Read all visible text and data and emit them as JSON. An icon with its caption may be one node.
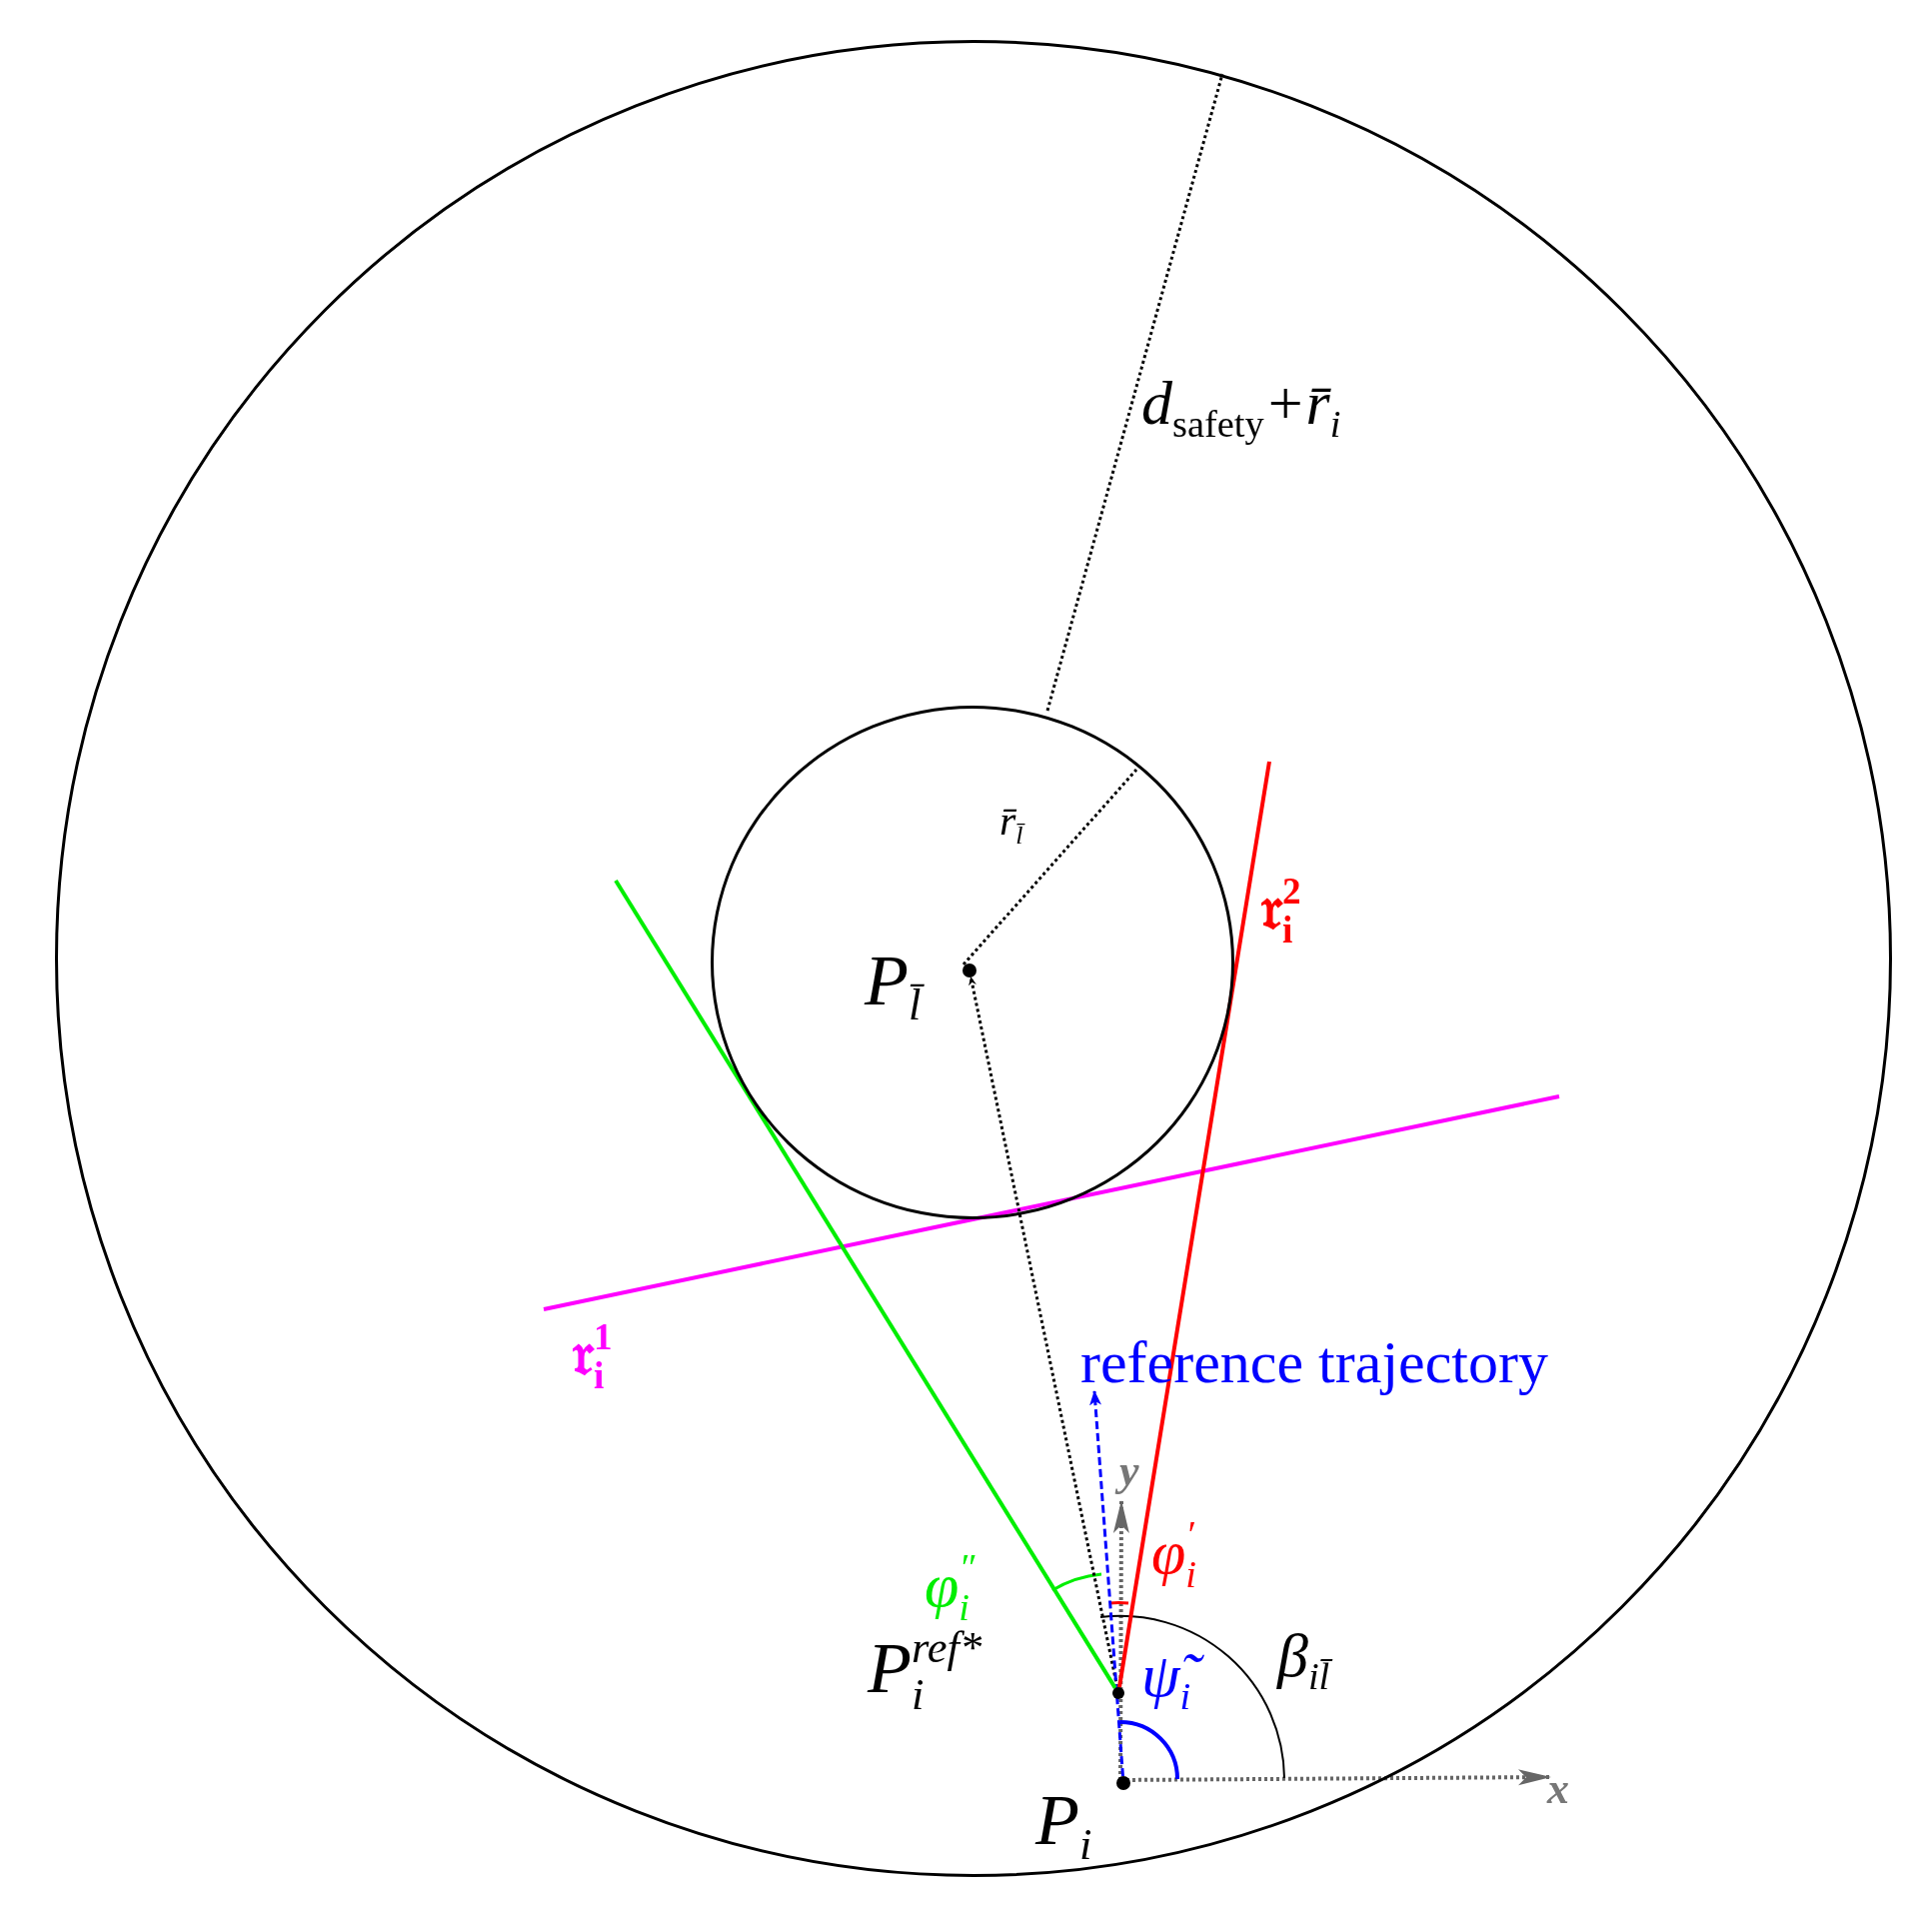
{
  "diagram": {
    "nodes": [
      {
        "text": [],
        "shape": "circle"
      },
      {
        "text": [],
        "shape": "circle",
        "in": 0
      },
      {
        "text": [],
        "shape": "dot",
        "in": 1,
        "beside": [
          "P$_{l̄}$"
        ]
      },
      {
        "text": [],
        "shape": "dot",
        "in": 0,
        "beside": [
          "P$^{ref*}$$_{i}$"
        ]
      },
      {
        "text": [],
        "shape": "dot",
        "in": 0,
        "beside": [
          "P$_{i}$"
        ]
      },
      {
        "text": [
          "reference trajectory"
        ],
        "in": 0
      }
    ],
    "edges": [
      {
        "from": 3,
        "to": 2,
        "arrow": "to",
        "style": "dashed"
      },
      {
        "from": 4,
        "to": 5,
        "arrow": "to",
        "style": "dashed",
        "color": "#0000ff"
      },
      {
        "from": 3,
        "to": null,
        "arrow": "none",
        "color": "#ff0000"
      },
      {
        "from": 3,
        "to": null,
        "arrow": "none",
        "color": "#00ee00"
      }
    ],
    "labels": [
      "d$_{safety}$+r̄$_{i}$",
      "r̄$_{l̄}$",
      "𝔯$^{2}$$_{i}$",
      "𝔯$^{1}$$_{i}$",
      "y",
      "φ$^{′}$$_{i}$",
      "φ$^{″}$$_{i}$",
      "ψ̃$_{i}$",
      "β$_{il̄}$",
      "x"
    ]
  }
}
